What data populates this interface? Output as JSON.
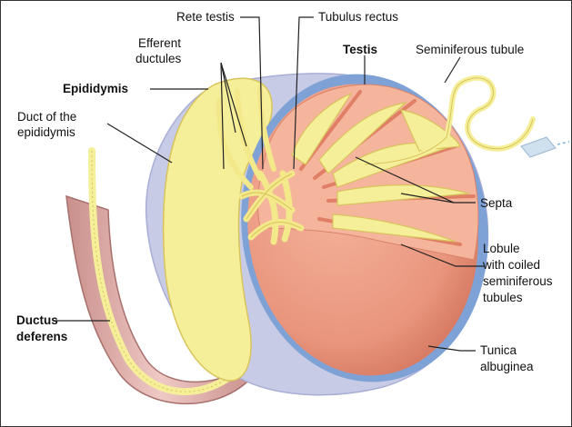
{
  "labels": {
    "rete_testis": "Rete testis",
    "tubulus_rectus": "Tubulus rectus",
    "efferent_ductules_1": "Efferent",
    "efferent_ductules_2": "ductules",
    "testis": "Testis",
    "seminiferous_tubule": "Seminiferous tubule",
    "epididymis": "Epididymis",
    "duct_epididymis_1": "Duct of the",
    "duct_epididymis_2": "epididymis",
    "septa": "Septa",
    "lobule_1": "Lobule",
    "lobule_2": "with coiled",
    "lobule_3": "seminiferous",
    "lobule_4": "tubules",
    "ductus_deferens_1": "Ductus",
    "ductus_deferens_2": "deferens",
    "tunica_albuginea_1": "Tunica",
    "tunica_albuginea_2": "albuginea"
  },
  "colors": {
    "tunica_vaginalis": "#c7cbe6",
    "tunica_albuginea": "#7ea2d6",
    "testis_body": "#e9957d",
    "testis_cut_face": "#f4b59c",
    "tubule_fill": "#f6ef9a",
    "tubule_outline": "#d8c35c",
    "rete": "#f3e88a",
    "ductus_wall": "#d9a3a0",
    "leader_line": "#222222"
  }
}
